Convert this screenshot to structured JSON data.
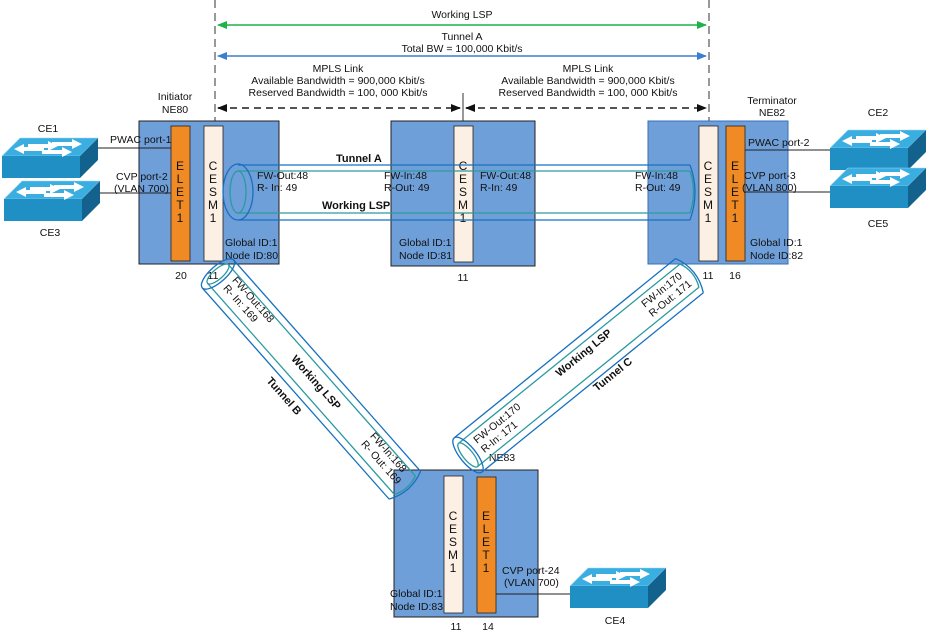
{
  "top": {
    "working_lsp": "Working LSP",
    "tunnel_a": "Tunnel A",
    "total_bw": "Total BW = 100,000 Kbit/s",
    "links": [
      {
        "title": "MPLS Link",
        "available": "Available Bandwidth = 900,000  Kbit/s",
        "reserved": "Reserved Bandwidth = 100, 000 Kbit/s"
      },
      {
        "title": "MPLS Link",
        "available": "Available Bandwidth = 900,000  Kbit/s",
        "reserved": "Reserved Bandwidth = 100, 000 Kbit/s"
      }
    ]
  },
  "colors": {
    "node_fill": "#6f9fd8",
    "elet_fill": "#f08a24",
    "cesm_fill": "#fcefe3",
    "tunnel_outer": "#1670c0",
    "tunnel_inner": "#2a9aa0",
    "lsp_arrow": "#1db34a",
    "tunnel_arrow": "#3b7fd0",
    "switch_top": "#3aaee0",
    "switch_side": "#1f8fc4"
  },
  "nodes": {
    "ne80": {
      "role": "Initiator",
      "name": "NE80",
      "global_id": "Global ID:1",
      "node_id": "Node ID:80",
      "elet": [
        "E",
        "L",
        "E",
        "T",
        "1"
      ],
      "cesm": [
        "C",
        "E",
        "S",
        "M",
        "1"
      ],
      "elet_slot": "20",
      "cesm_slot": "11"
    },
    "ne81": {
      "global_id": "Global ID:1",
      "node_id": "Node ID:81",
      "cesm": [
        "C",
        "E",
        "S",
        "M",
        "1"
      ],
      "cesm_slot": "11"
    },
    "ne82": {
      "role": "Terminator",
      "name": "NE82",
      "global_id": "Global ID:1",
      "node_id": "Node ID:82",
      "elet": [
        "E",
        "L",
        "E",
        "T",
        "1"
      ],
      "cesm": [
        "C",
        "E",
        "S",
        "M",
        "1"
      ],
      "cesm_slot": "11",
      "elet_slot": "16"
    },
    "ne83": {
      "name": "NE83",
      "global_id": "Global ID:1",
      "node_id": "Node ID:83",
      "elet": [
        "E",
        "L",
        "E",
        "T",
        "1"
      ],
      "cesm": [
        "C",
        "E",
        "S",
        "M",
        "1"
      ],
      "cesm_slot": "11",
      "elet_slot": "14"
    }
  },
  "ports": {
    "ne80_pwac": "PWAC port-1",
    "ne80_cvp": "CVP port-2",
    "ne80_cvp_vlan": "(VLAN 700)",
    "ne82_pwac": "PWAC port-2",
    "ne82_cvp": "CVP port-3",
    "ne82_cvp_vlan": "(VLAN 800)",
    "ne83_cvp": "CVP port-24",
    "ne83_cvp_vlan": "(VLAN 700)"
  },
  "ces": {
    "ce1": "CE1",
    "ce2": "CE2",
    "ce3": "CE3",
    "ce4": "CE4",
    "ce5": "CE5"
  },
  "tunnels": {
    "a": {
      "name": "Tunnel A",
      "lsp": "Working LSP",
      "ne80_fw": "FW-Out:48",
      "ne80_r": "R- In: 49",
      "ne81_in_fw": "FW-In:48",
      "ne81_in_r": "R-Out: 49",
      "ne81_out_fw": "FW-Out:48",
      "ne81_out_r": "R-In: 49",
      "ne82_fw": "FW-In:48",
      "ne82_r": "R-Out: 49"
    },
    "b": {
      "name": "Tunnel B",
      "lsp": "Working LSP",
      "ne80_fw": "FW-Out:168",
      "ne80_r": "R- In: 169",
      "ne83_fw": "FW-In:168",
      "ne83_r": "R- Out: 169"
    },
    "c": {
      "name": "Tunnel C",
      "lsp": "Working LSP",
      "ne82_fw": "FW-In:170",
      "ne82_r": "R-Out: 171",
      "ne83_fw": "FW-Out:170",
      "ne83_r": "R-In: 171"
    }
  }
}
